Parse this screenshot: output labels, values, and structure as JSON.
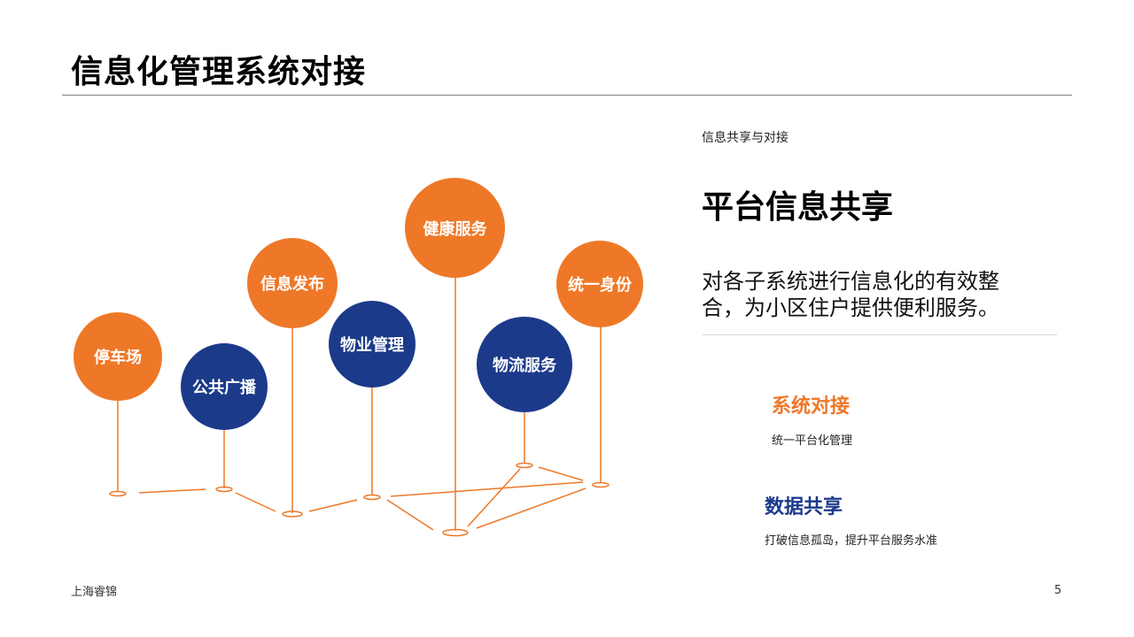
{
  "header": {
    "title": "信息化管理系统对接"
  },
  "diagram": {
    "nodes": [
      {
        "id": "parking",
        "label": "停车场",
        "color": "#ee7828"
      },
      {
        "id": "broadcast",
        "label": "公共广播",
        "color": "#1b3a8a"
      },
      {
        "id": "info-release",
        "label": "信息发布",
        "color": "#ee7828"
      },
      {
        "id": "property",
        "label": "物业管理",
        "color": "#1b3a8a"
      },
      {
        "id": "health",
        "label": "健康服务",
        "color": "#ee7828"
      },
      {
        "id": "logistics",
        "label": "物流服务",
        "color": "#1b3a8a"
      },
      {
        "id": "identity",
        "label": "统一身份",
        "color": "#ee7828"
      }
    ],
    "line_color": "#ee7828"
  },
  "side": {
    "kicker": "信息共享与对接",
    "heading": "平台信息共享",
    "description": "对各子系统进行信息化的有效整合，为小区住户提供便利服务。"
  },
  "features": [
    {
      "title": "系统对接",
      "desc": "统一平台化管理",
      "color": "#ee7828"
    },
    {
      "title": "数据共享",
      "desc": "打破信息孤岛，提升平台服务水准",
      "color": "#1b3a8a"
    }
  ],
  "footer": {
    "brand": "上海睿锦",
    "page_number": "5"
  }
}
